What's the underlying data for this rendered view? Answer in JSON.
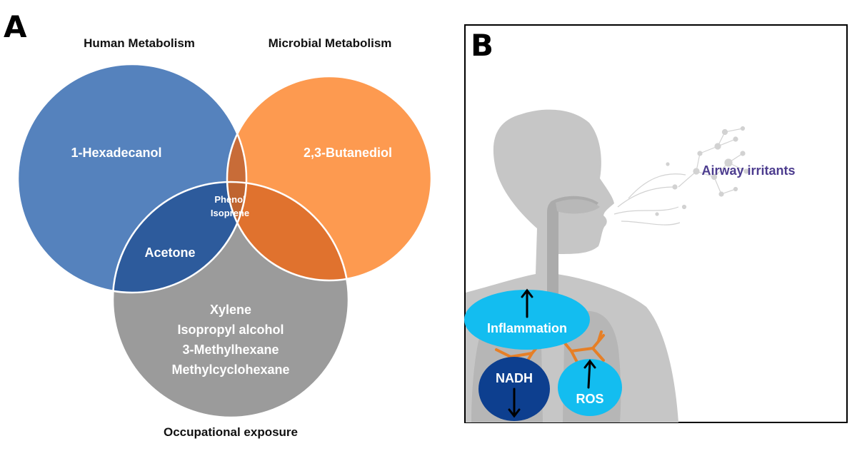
{
  "panel_a": {
    "letter": "A",
    "human_label": "Human Metabolism",
    "microbial_label": "Microbial Metabolism",
    "occupational_label": "Occupational exposure",
    "human_only": "1-Hexadecanol",
    "microbial_only": "2,3-Butanediol",
    "human_occupational": "Acetone",
    "center_line1": "Phenol",
    "center_line2": "Isoprene",
    "occupational_only": [
      "Xylene",
      "Isopropyl alcohol",
      "3-Methylhexane",
      "Methylcyclohexane"
    ],
    "colors": {
      "human": "#5582BD",
      "microbial": "#FD9A50",
      "occupational": "#9B9B9B",
      "human_microbial": "#C86C38",
      "human_occupational": "#2D5B9C",
      "microbial_occupational": "#E0722E",
      "center": "#BF6430"
    }
  },
  "panel_b": {
    "letter": "B",
    "airway_irritants": "Airway irritants",
    "inflammation": "Inflammation",
    "nadh": "NADH",
    "ros": "ROS",
    "colors": {
      "silhouette": "#C6C6C6",
      "airway": "#A9A9A9",
      "light_blue": "#13BDF0",
      "dark_blue": "#0D3F8F",
      "bronchi": "#E67F26",
      "irritant_text": "#4C3C8E"
    }
  }
}
